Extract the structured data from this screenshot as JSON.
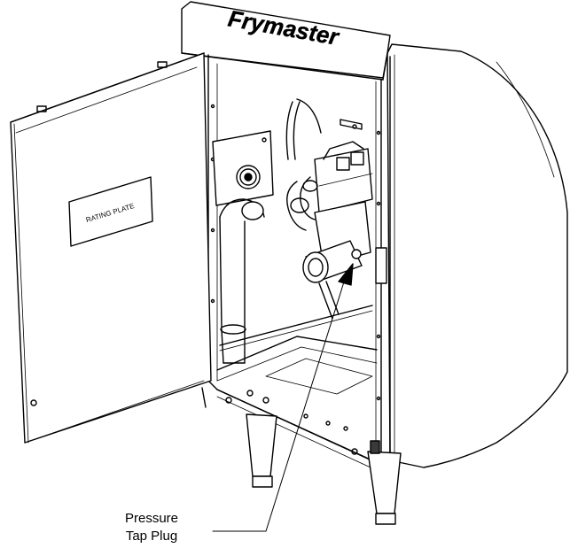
{
  "diagram": {
    "brand": "Frymaster",
    "door_plate": "RATING PLATE",
    "callout": {
      "line1": "Pressure",
      "line2": "Tap Plug"
    },
    "colors": {
      "line": "#000000",
      "fill": "#ffffff",
      "shade": "#3a3a3a"
    }
  }
}
